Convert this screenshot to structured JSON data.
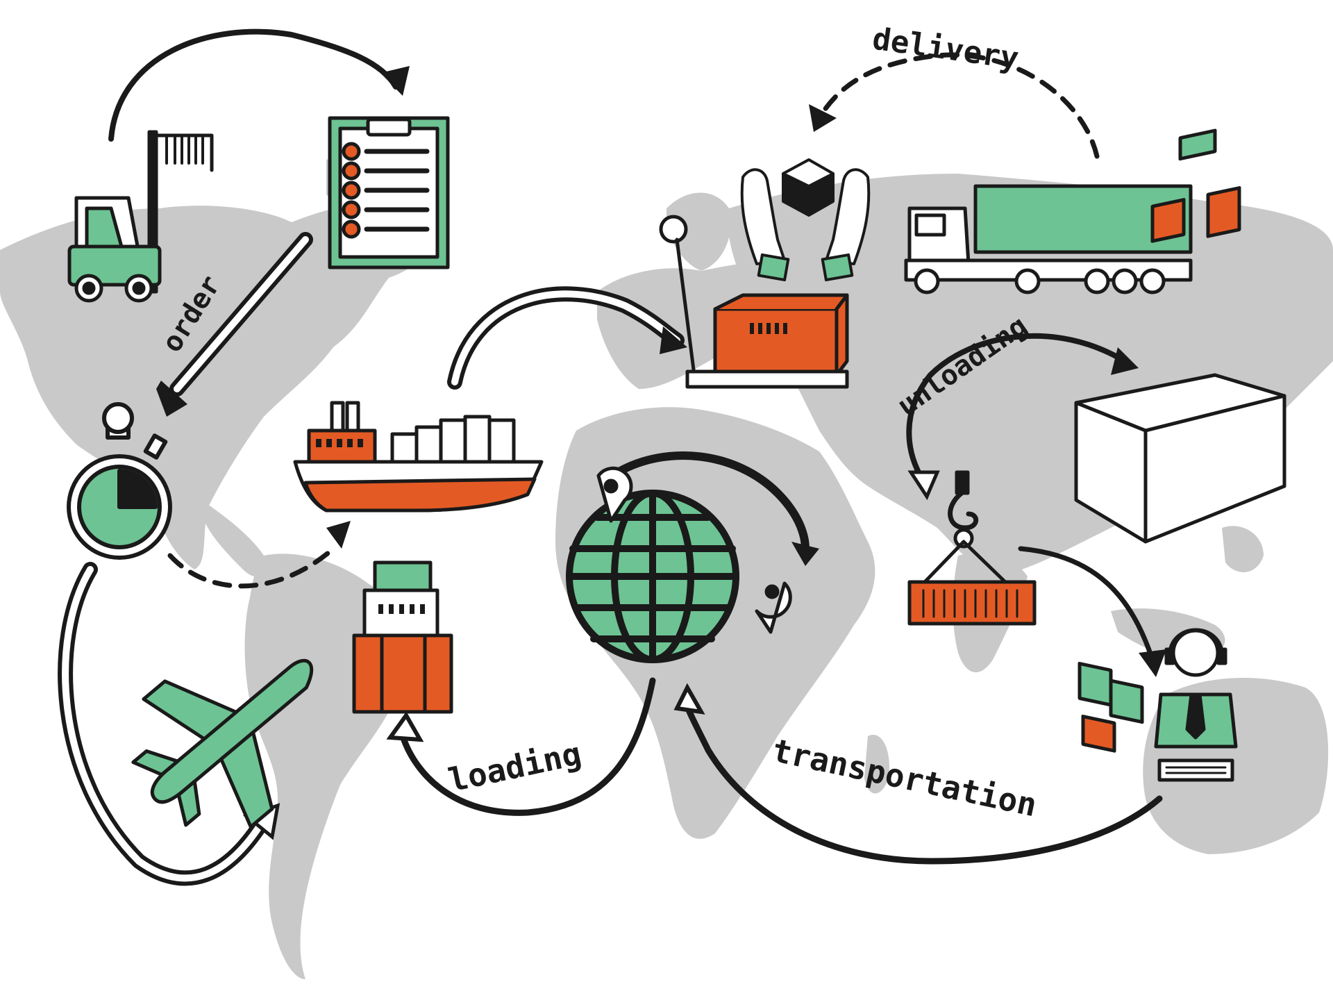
{
  "colors": {
    "green": "#6dc393",
    "orange": "#e45a24",
    "ink": "#1a1a1a",
    "map": "#c9c9c9",
    "paper": "#ffffff"
  },
  "labels": {
    "order": "order",
    "delivery": "delivery",
    "unloading": "unloading",
    "loading": "loading",
    "transportation": "transportation"
  },
  "icons": [
    "forklift-icon",
    "clipboard-checklist-icon",
    "stopwatch-icon",
    "cargo-ship-icon",
    "pallet-jack-icon",
    "hands-box-icon",
    "truck-icon",
    "container-stack-icon",
    "globe-icon",
    "crane-hook-container-icon",
    "airplane-icon",
    "package-stack-icon",
    "operator-headset-icon"
  ]
}
